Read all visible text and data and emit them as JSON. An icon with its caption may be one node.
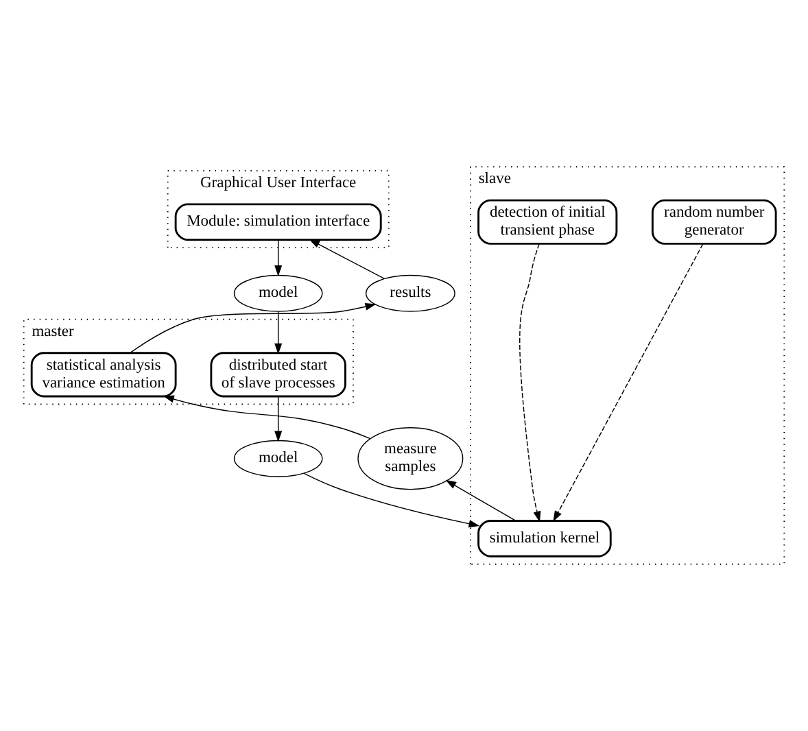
{
  "diagram": {
    "nodes": [
      {
        "text": [
          "Graphical User Interface"
        ]
      },
      {
        "text": [
          "Module: simulation interface"
        ],
        "in": 0
      },
      {
        "text": [
          "model"
        ]
      },
      {
        "text": [
          "results"
        ]
      },
      {
        "text": [
          "master"
        ]
      },
      {
        "text": [
          "distributed start of slave processes"
        ],
        "in": 4
      },
      {
        "text": [
          "statistical analysis variance estimation"
        ],
        "in": 4
      },
      {
        "text": [
          "model"
        ]
      },
      {
        "text": [
          "measure samples"
        ]
      },
      {
        "text": [
          "slave"
        ]
      },
      {
        "text": [
          "simulation kernel"
        ],
        "in": 9
      },
      {
        "text": [
          "random number generator"
        ],
        "in": 9
      },
      {
        "text": [
          "detection of initial transient phase"
        ],
        "in": 9
      }
    ],
    "edges": [
      {
        "from": 1,
        "to": 2,
        "arrow": "to"
      },
      {
        "from": 2,
        "to": 5,
        "arrow": "to"
      },
      {
        "from": 5,
        "to": 7,
        "arrow": "to"
      },
      {
        "from": 7,
        "to": 10,
        "arrow": "to"
      },
      {
        "from": 10,
        "to": 8,
        "arrow": "to"
      },
      {
        "from": 8,
        "to": 6,
        "arrow": "to"
      },
      {
        "from": 6,
        "to": 3,
        "arrow": "to"
      },
      {
        "from": 3,
        "to": 1,
        "arrow": "to"
      },
      {
        "from": 11,
        "to": 10,
        "arrow": "to",
        "style": "dashed"
      },
      {
        "from": 12,
        "to": 10,
        "arrow": "to",
        "style": "dashed"
      }
    ]
  }
}
